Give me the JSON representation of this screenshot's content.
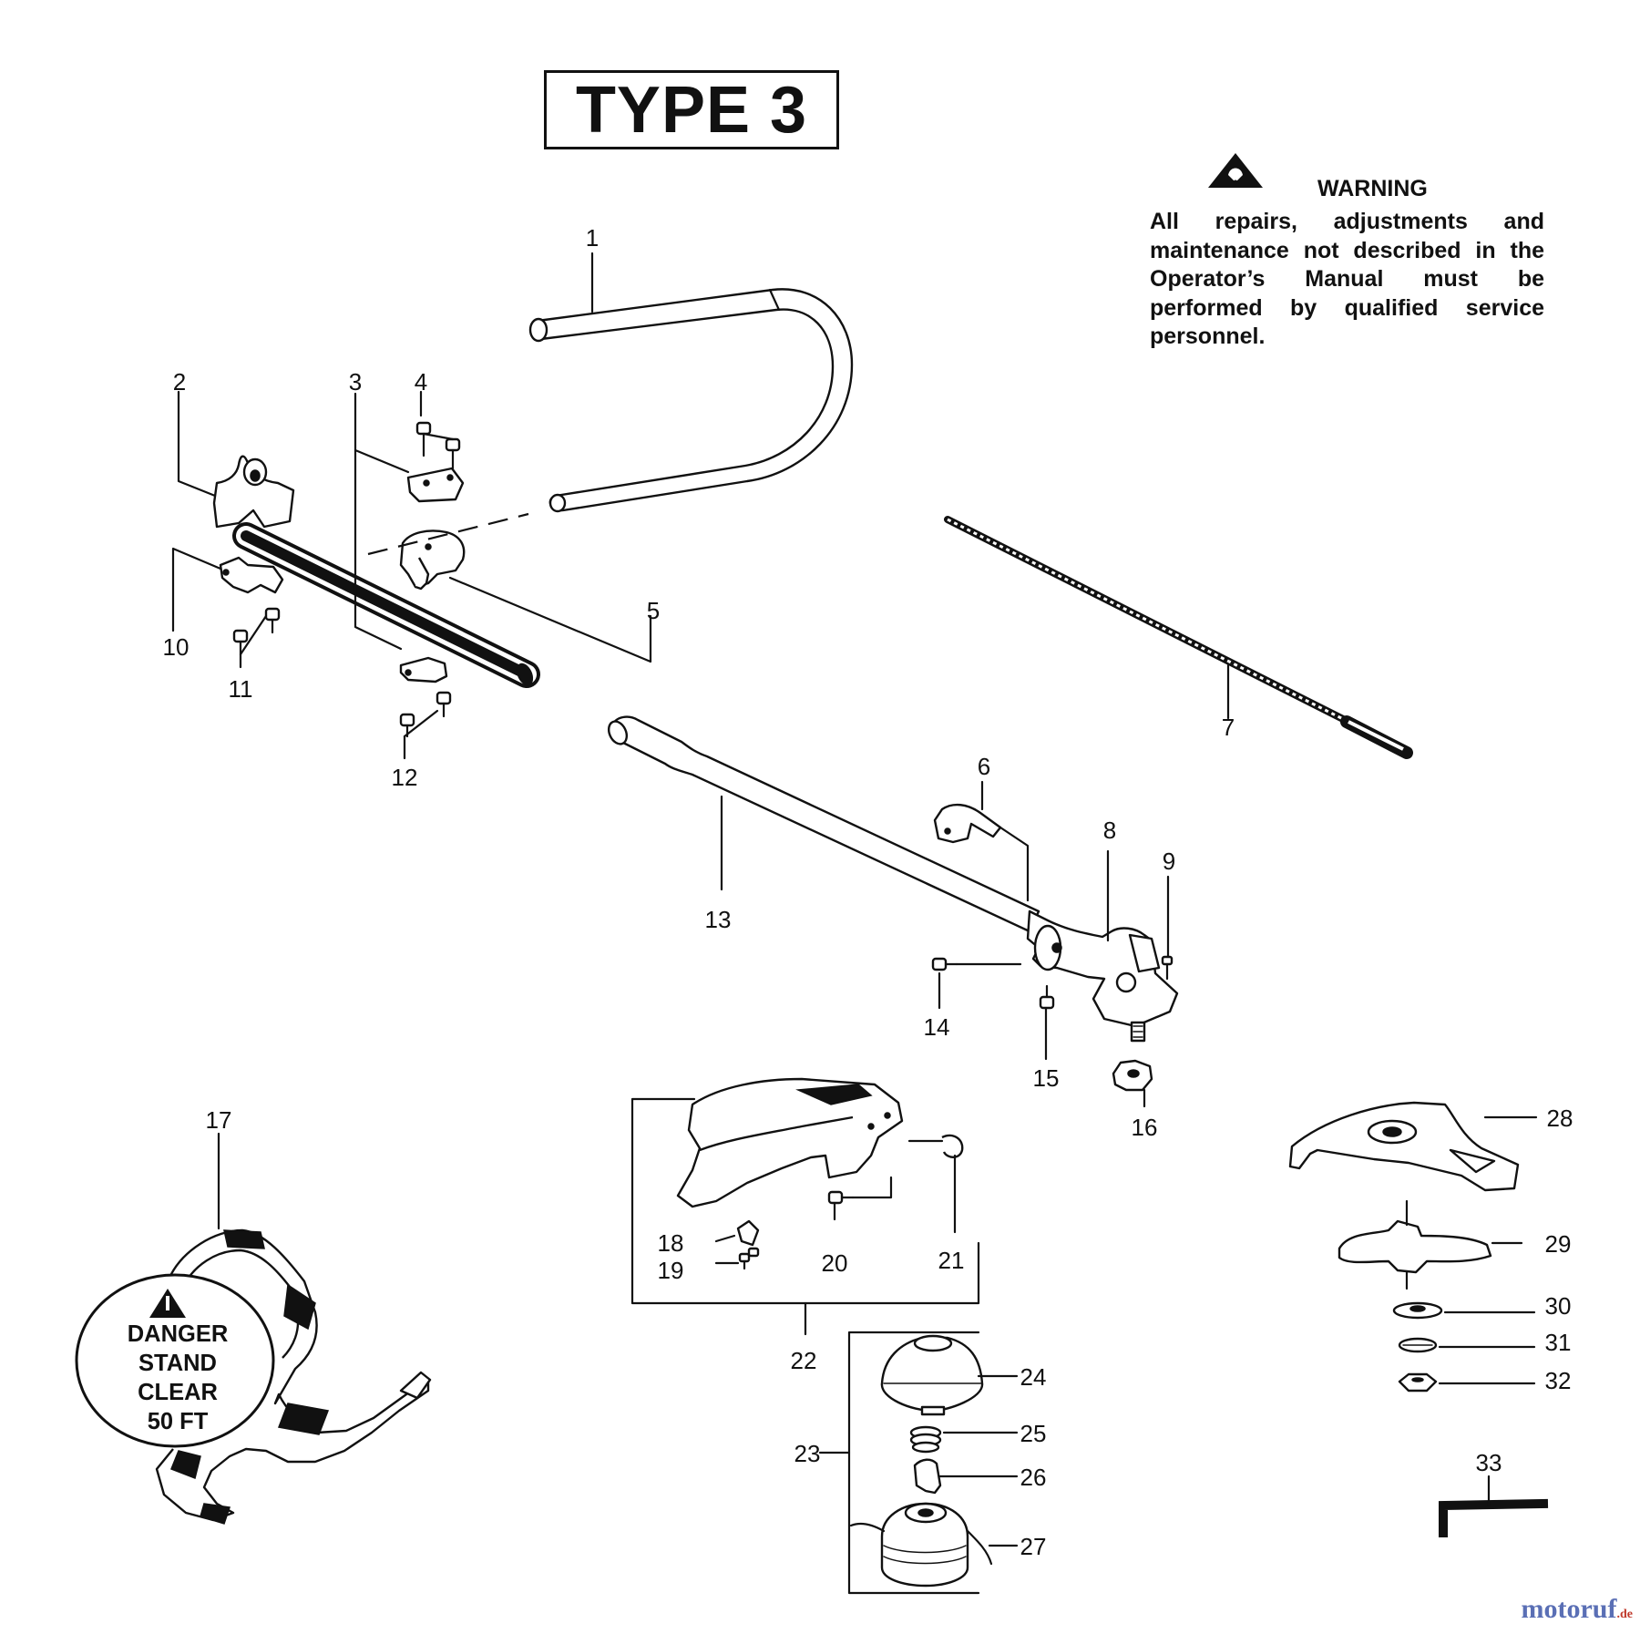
{
  "title": "TYPE 3",
  "warning": {
    "icon": "warning-triangle-icon",
    "label": "WARNING",
    "text": "All repairs, adjustments and maintenance not described in the Operator’s Manual must be performed by qualified service personnel."
  },
  "danger_label": {
    "icon": "danger-triangle-icon",
    "lines": [
      "DANGER",
      "STAND",
      "CLEAR",
      "50 FT"
    ]
  },
  "callouts": [
    "1",
    "2",
    "3",
    "4",
    "5",
    "6",
    "7",
    "8",
    "9",
    "10",
    "11",
    "12",
    "13",
    "14",
    "15",
    "16",
    "17",
    "18",
    "19",
    "20",
    "21",
    "22",
    "23",
    "24",
    "25",
    "26",
    "27",
    "28",
    "29",
    "30",
    "31",
    "32",
    "33"
  ],
  "watermark": {
    "brand": "motoruf",
    "tld": ".de"
  }
}
